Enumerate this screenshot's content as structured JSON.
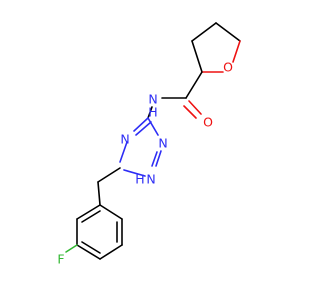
{
  "molecule": {
    "atom_labels": {
      "n_amide": "N",
      "h_amide": "H",
      "o_carbonyl": "O",
      "o_ring": "O",
      "n_triazole_top": "N",
      "n_triazole_right": "N",
      "n_triazole_h": "N",
      "h_triazole": "H",
      "f": "F"
    },
    "colors": {
      "carbon": "#000000",
      "nitrogen": "#2d2df5",
      "oxygen": "#ee1111",
      "fluorine": "#33b833"
    }
  }
}
